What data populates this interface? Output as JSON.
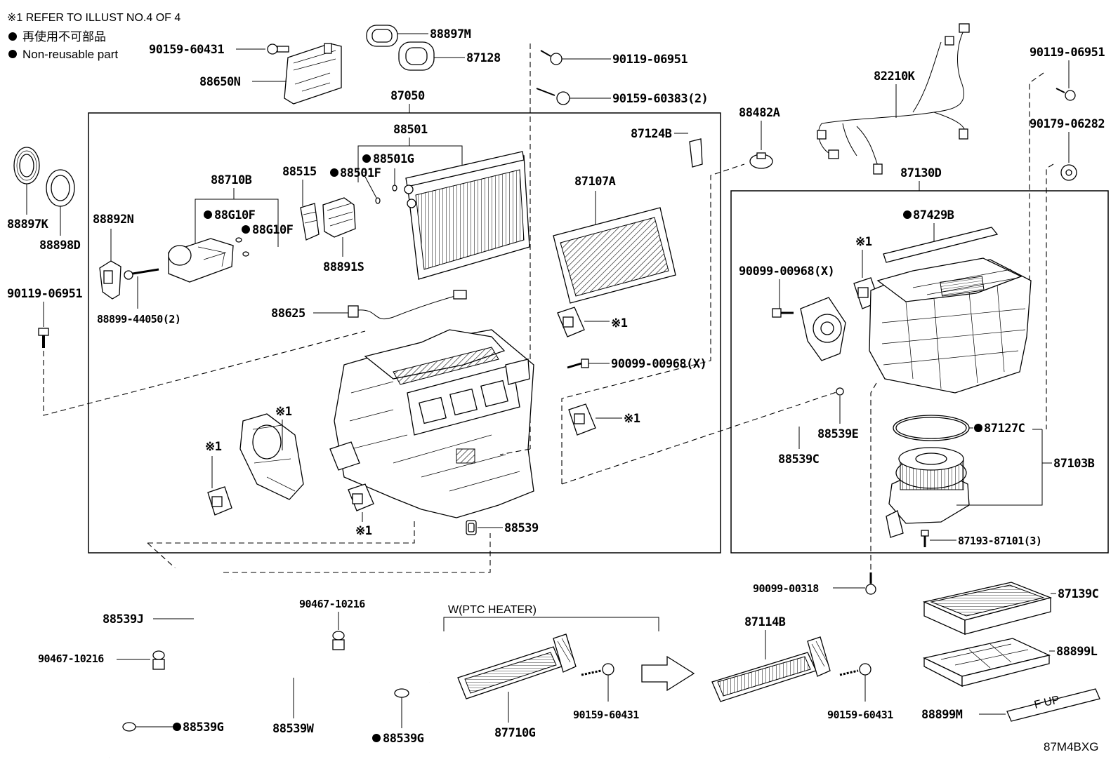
{
  "notes": {
    "refer": "※1 REFER TO ILLUST NO.4 OF 4",
    "non_reusable_jp": "再使用不可部品",
    "non_reusable_en": "Non-reusable part"
  },
  "ptc_heater_label": "W(PTC HEATER)",
  "illustration_code": "87M4BXG",
  "mark": "※1",
  "parts": {
    "p90159_60431_a": "90159-60431",
    "p88650N": "88650N",
    "p88897M": "88897M",
    "p87128": "87128",
    "p90119_06951_a": "90119-06951",
    "p90159_60383": "90159-60383(2)",
    "p87050": "87050",
    "p88501": "88501",
    "p88501G": "88501G",
    "p88515": "88515",
    "p88501F": "88501F",
    "p88710B": "88710B",
    "p88G10F_a": "88G10F",
    "p88G10F_b": "88G10F",
    "p88892N": "88892N",
    "p88891S": "88891S",
    "p88899_44050": "88899-44050(2)",
    "p88897K": "88897K",
    "p88898D": "88898D",
    "p90119_06951_b": "90119-06951",
    "p88625": "88625",
    "p87124B": "87124B",
    "p87107A": "87107A",
    "p90099_00968_a": "90099-00968(X)",
    "p88539": "88539",
    "p88482A": "88482A",
    "p82210K": "82210K",
    "p90119_06951_c": "90119-06951",
    "p90179_06282": "90179-06282",
    "p87130D": "87130D",
    "p87429B": "87429B",
    "p90099_00968_b": "90099-00968(X)",
    "p88539E": "88539E",
    "p88539C": "88539C",
    "p87127C": "87127C",
    "p87103B": "87103B",
    "p87193_87101": "87193-87101(3)",
    "p90099_00318": "90099-00318",
    "p87139C": "87139C",
    "p88899L": "88899L",
    "p88899M": "88899M",
    "p88539J": "88539J",
    "p90467_10216_a": "90467-10216",
    "p88539G_a": "88539G",
    "p90467_10216_b": "90467-10216",
    "p88539W": "88539W",
    "p88539G_b": "88539G",
    "p87710G": "87710G",
    "p90159_60431_b": "90159-60431",
    "p87114B": "87114B",
    "p90159_60431_c": "90159-60431"
  },
  "filter_text": "F UP"
}
